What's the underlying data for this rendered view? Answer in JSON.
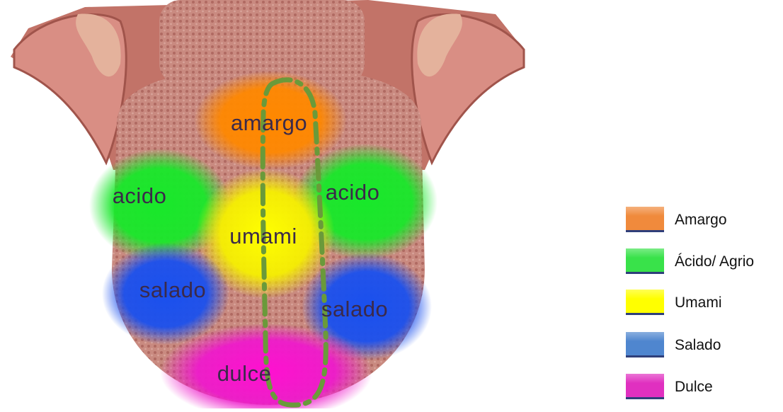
{
  "zones": {
    "amargo": "amargo",
    "acido_left": "acido",
    "acido_right": "acido",
    "umami": "umami",
    "salado_left": "salado",
    "salado_right": "salado",
    "dulce": "dulce"
  },
  "legend": [
    {
      "label": "Amargo",
      "color": "#f08a3c"
    },
    {
      "label": "Ácido/ Agrio",
      "color": "#39e24a"
    },
    {
      "label": "Umami",
      "color": "#ffff00"
    },
    {
      "label": "Salado",
      "color": "#4f86cf"
    },
    {
      "label": "Dulce",
      "color": "#e030c0"
    }
  ],
  "colors": {
    "amargo": "#ff8a00",
    "acido": "#1ee52a",
    "umami": "#f4f000",
    "salado": "#1e55e8",
    "dulce": "#ee1acb",
    "outline": "#6a9a3a",
    "tongue": "#c9807a"
  }
}
